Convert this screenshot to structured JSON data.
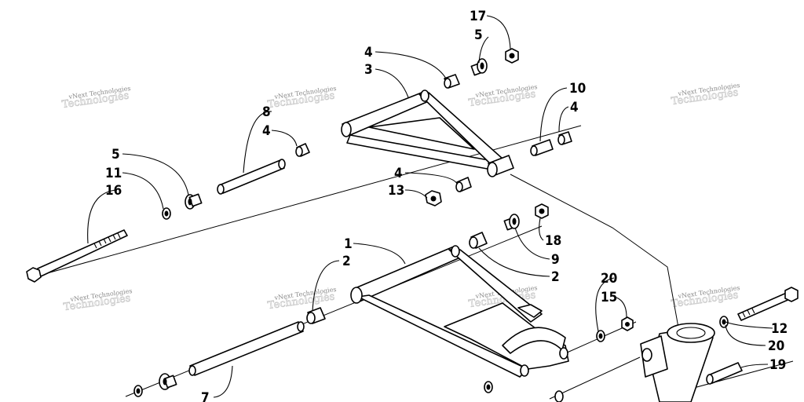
{
  "diagram": {
    "watermark_text": "vNext Technologies",
    "callouts": {
      "c17": "17",
      "c5_top": "5",
      "c4_top": "4",
      "c3": "3",
      "c10": "10",
      "c4_right": "4",
      "c8": "8",
      "c4_mid": "4",
      "c5_left": "5",
      "c11": "11",
      "c16": "16",
      "c4_lower": "4",
      "c13": "13",
      "c18": "18",
      "c9": "9",
      "c1": "1",
      "c2_left": "2",
      "c2_right": "2",
      "c20_top": "20",
      "c15": "15",
      "c12": "12",
      "c20_right": "20",
      "c19": "19",
      "c7": "7"
    }
  }
}
